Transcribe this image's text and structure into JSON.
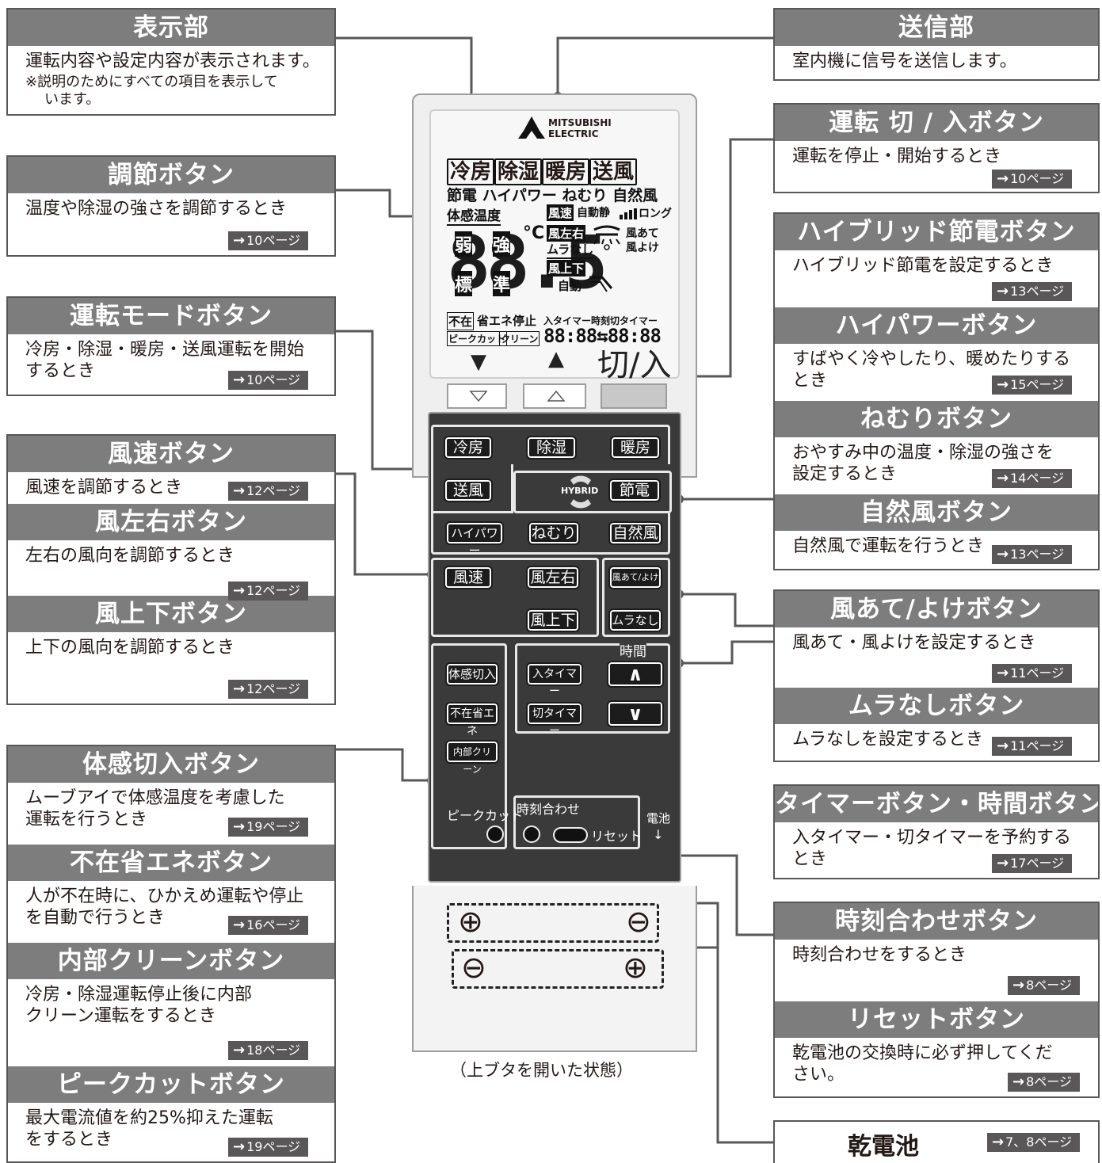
{
  "callouts": {
    "display": {
      "title": "表示部",
      "line1": "運転内容や設定内容が表示されます。",
      "note": "※説明のためにすべての項目を表示して",
      "note2": "います。"
    },
    "adjust": {
      "title": "調節ボタン",
      "desc": "温度や除湿の強さを調節するとき",
      "page": "10ページ"
    },
    "mode": {
      "title": "運転モードボタン",
      "desc1": "冷房・除湿・暖房・送風運転を開始",
      "desc2": "するとき",
      "page": "10ページ"
    },
    "fanspeed": {
      "title": "風速ボタン",
      "desc": "風速を調節するとき",
      "page": "12ページ"
    },
    "lr": {
      "title": "風左右ボタン",
      "desc": "左右の風向を調節するとき",
      "page": "12ページ"
    },
    "ud": {
      "title": "風上下ボタン",
      "desc": "上下の風向を調節するとき",
      "page": "12ページ"
    },
    "taikan": {
      "title": "体感切入ボタン",
      "desc1": "ムーブアイで体感温度を考慮した",
      "desc2": "運転を行うとき",
      "page": "19ページ"
    },
    "fuzai": {
      "title": "不在省エネボタン",
      "desc1": "人が不在時に、ひかえめ運転や停止",
      "desc2": "を自動で行うとき",
      "page": "16ページ"
    },
    "clean": {
      "title": "内部クリーンボタン",
      "desc1": "冷房・除湿運転停止後に内部",
      "desc2": "クリーン運転をするとき",
      "page": "18ページ"
    },
    "peak": {
      "title": "ピークカットボタン",
      "desc1": "最大電流値を約25%抑えた運転",
      "desc2": "をするとき",
      "page": "19ページ"
    },
    "send": {
      "title": "送信部",
      "desc": "室内機に信号を送信します。"
    },
    "power": {
      "title": "運転 切 / 入ボタン",
      "desc": "運転を停止・開始するとき",
      "page": "10ページ"
    },
    "hybrid": {
      "title": "ハイブリッド節電ボタン",
      "desc": "ハイブリッド節電を設定するとき",
      "page": "13ページ"
    },
    "hipower": {
      "title": "ハイパワーボタン",
      "desc1": "すばやく冷やしたり、暖めたりする",
      "desc2": "とき",
      "page": "15ページ"
    },
    "sleep": {
      "title": "ねむりボタン",
      "desc1": "おやすみ中の温度・除湿の強さを",
      "desc2": "設定するとき",
      "page": "14ページ"
    },
    "natural": {
      "title": "自然風ボタン",
      "desc": "自然風で運転を行うとき",
      "page": "13ページ"
    },
    "windhit": {
      "title": "風あて/よけボタン",
      "desc": "風あて・風よけを設定するとき",
      "page": "11ページ"
    },
    "muranashi": {
      "title": "ムラなしボタン",
      "desc": "ムラなしを設定するとき",
      "page": "11ページ"
    },
    "timer": {
      "title": "タイマーボタン・時間ボタン",
      "desc1": "入タイマー・切タイマーを予約する",
      "desc2": "とき",
      "page": "17ページ"
    },
    "clock": {
      "title": "時刻合わせボタン",
      "desc": "時刻合わせをするとき",
      "page": "8ページ"
    },
    "reset": {
      "title": "リセットボタン",
      "desc1": "乾電池の交換時に必ず押してくだ",
      "desc2": "さい。",
      "page": "8ページ"
    },
    "battery": {
      "title": "乾電池",
      "page": "7、8ページ"
    }
  },
  "arrow_glyph": "→",
  "remote": {
    "brand1": "MITSUBISHI",
    "brand2": "ELECTRIC",
    "lcd": {
      "modes": [
        "冷房",
        "除湿",
        "暖房",
        "送風"
      ],
      "row2": "節電 ハイパワー ねむり 自然風",
      "taikan": "体感温度",
      "fuusoku": "風速",
      "fuusoku_opts": "自動静",
      "long": "ロング",
      "fuusayuu": "風左右",
      "kaze_ate": "風あて",
      "kaze_yoke": "風よけ",
      "muranashi": "ムラなし",
      "fuujouge": "風上下",
      "jidou": "自動",
      "jaku": "弱",
      "kyou": "強",
      "hyou": "標",
      "jun": "準",
      "celsius": "°C",
      "digits": "88.5",
      "fuzai": "不在",
      "shoene": "省エネ停止",
      "timer_label": "入タイマー時刻切タイマー",
      "peak": "ピークカット",
      "clean": "クリーン",
      "time_digits": "88:88⇆88:88"
    },
    "down_arrow": "▼",
    "up_arrow": "▲",
    "power_label": "切/入",
    "buttons": {
      "cool": "冷房",
      "dry": "除湿",
      "heat": "暖房",
      "fan": "送風",
      "hybrid_logo": "HYBRID",
      "setsuden": "節電",
      "hipower": "ハイパワー",
      "sleep": "ねむり",
      "natural": "自然風",
      "speed": "風速",
      "lr": "風左右",
      "ud": "風上下",
      "hit": "風あて/よけ",
      "muranashi": "ムラなし",
      "taikan": "体感切入",
      "fuzai": "不在省エネ",
      "clean": "内部クリーン",
      "in_timer": "入タイマー",
      "off_timer": "切タイマー",
      "jikan": "時間",
      "up": "∧",
      "down": "∨",
      "peak": "ピークカット",
      "clock": "時刻合わせ",
      "reset": "リセット",
      "battery": "電池"
    },
    "plus": "⊕",
    "minus": "⊖",
    "caption": "（上ブタを開いた状態）"
  }
}
